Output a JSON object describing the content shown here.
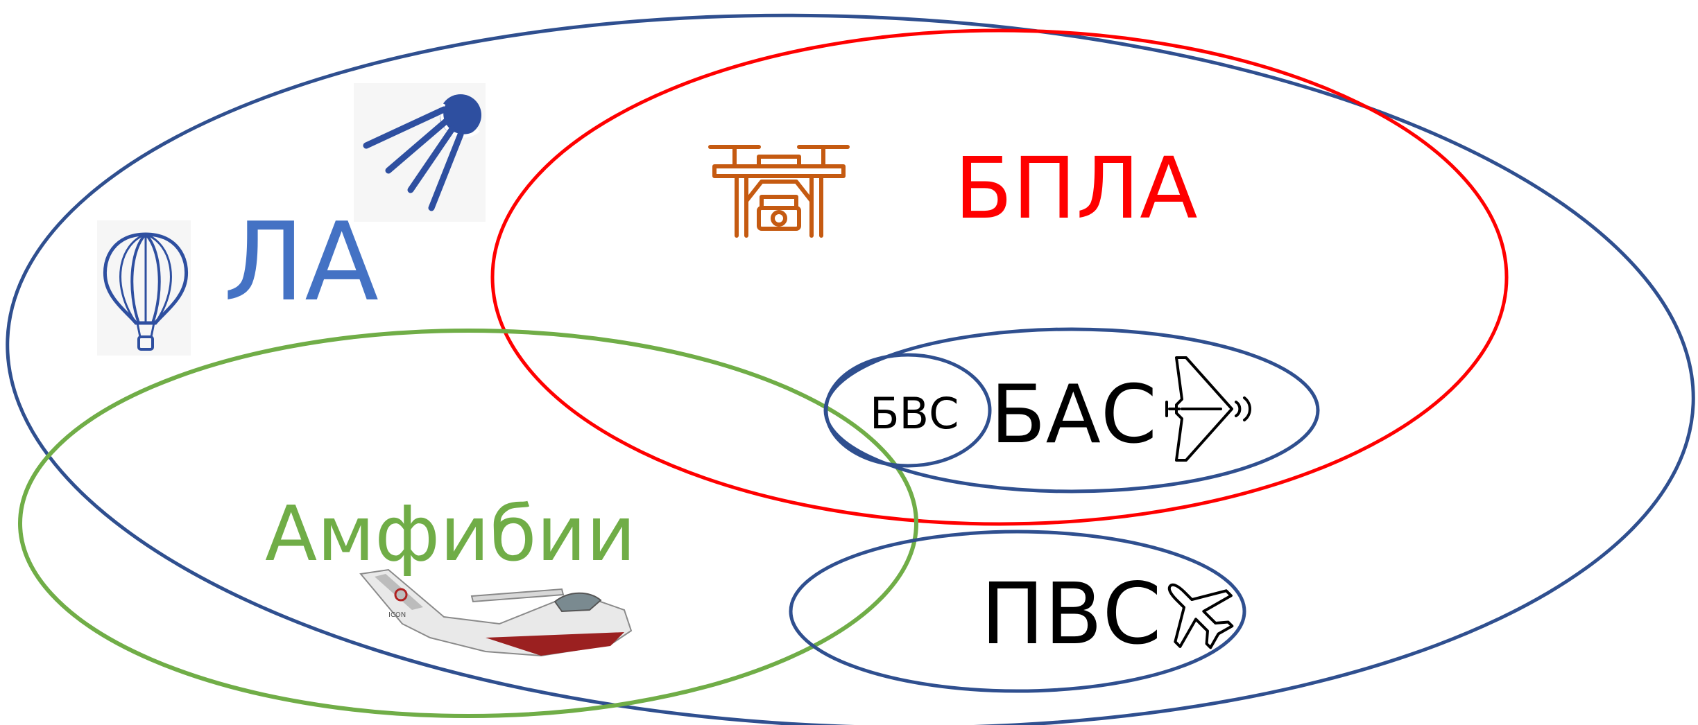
{
  "labels": {
    "la": "ЛА",
    "bpla": "БПЛА",
    "amfibii": "Амфибии",
    "bas": "БАС",
    "bvs": "БВС",
    "pvs": "ПВС"
  },
  "colors": {
    "la": "#2f4f8f",
    "la_text": "#4472c4",
    "bpla": "#ff0000",
    "amfibii": "#70ad47",
    "inner": "#2f4f8f",
    "drone": "#c55a11",
    "text_dark": "#000000"
  },
  "icons": [
    "satellite-icon",
    "hot-air-balloon-icon",
    "drone-icon",
    "flying-wing-uav-icon",
    "airplane-icon",
    "amphibious-aircraft-icon"
  ]
}
